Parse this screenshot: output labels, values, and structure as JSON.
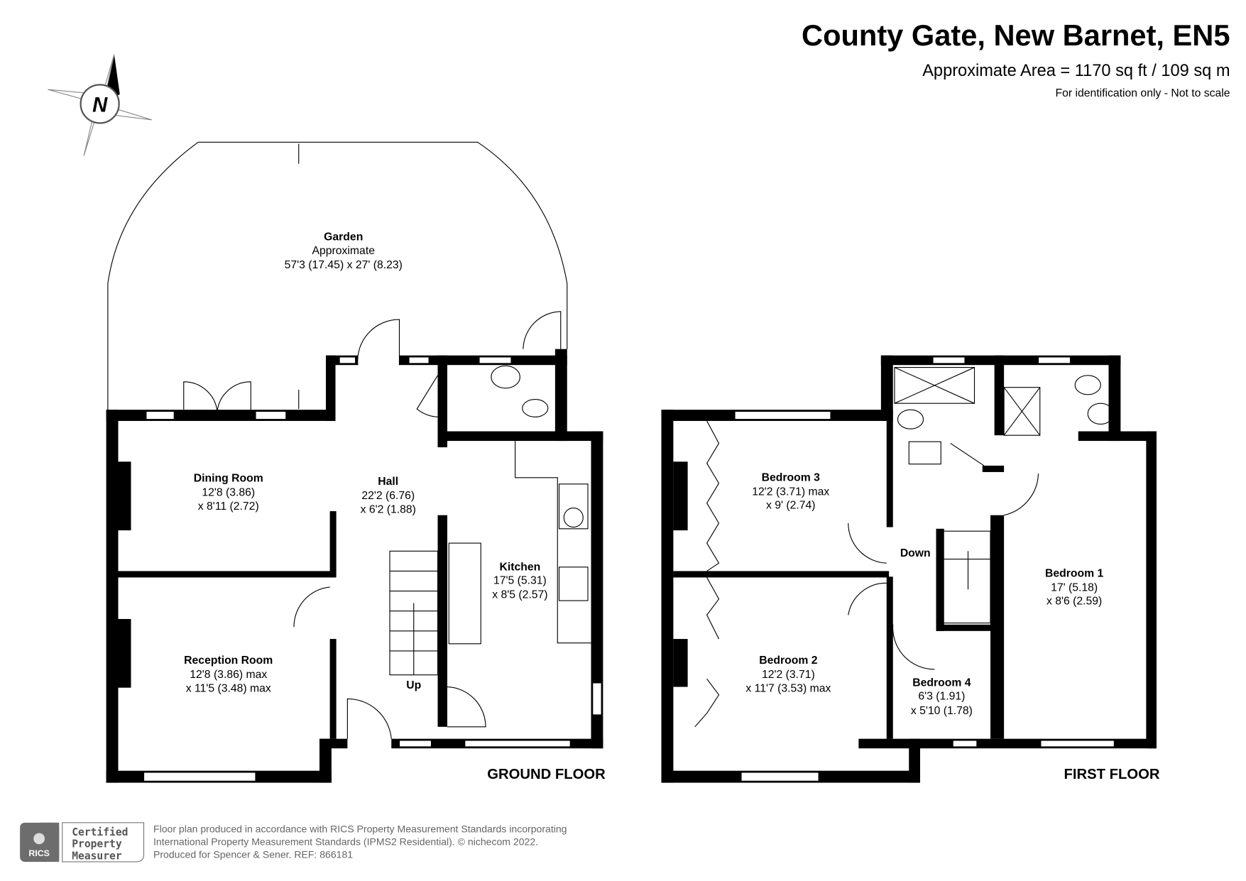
{
  "header": {
    "title": "County Gate, New Barnet, EN5",
    "area": "Approximate Area = 1170 sq ft / 109 sq m",
    "note": "For identification only - Not to scale"
  },
  "compass": {
    "label": "N",
    "icon": "north-arrow-compass-icon"
  },
  "ground_floor": {
    "label": "GROUND FLOOR",
    "rooms": [
      {
        "name": "Garden",
        "dims": [
          "Approximate",
          "57'3 (17.45) x 27' (8.23)"
        ]
      },
      {
        "name": "Dining Room",
        "dims": [
          "12'8 (3.86)",
          "x 8'11 (2.72)"
        ]
      },
      {
        "name": "Hall",
        "dims": [
          "22'2 (6.76)",
          "x 6'2 (1.88)"
        ]
      },
      {
        "name": "Kitchen",
        "dims": [
          "17'5 (5.31)",
          "x 8'5 (2.57)"
        ]
      },
      {
        "name": "Reception Room",
        "dims": [
          "12'8 (3.86) max",
          "x 11'5 (3.48) max"
        ]
      }
    ],
    "stairs_label": "Up"
  },
  "first_floor": {
    "label": "FIRST FLOOR",
    "rooms": [
      {
        "name": "Bedroom 3",
        "dims": [
          "12'2 (3.71) max",
          "x 9' (2.74)"
        ]
      },
      {
        "name": "Bedroom 1",
        "dims": [
          "17' (5.18)",
          "x 8'6 (2.59)"
        ]
      },
      {
        "name": "Bedroom 2",
        "dims": [
          "12'2 (3.71)",
          "x 11'7 (3.53) max"
        ]
      },
      {
        "name": "Bedroom 4",
        "dims": [
          "6'3 (1.91)",
          "x 5'10 (1.78)"
        ]
      }
    ],
    "stairs_label": "Down"
  },
  "footer": {
    "badge": {
      "logo_text": "RICS",
      "lines": [
        "Certified",
        "Property",
        "Measurer"
      ]
    },
    "lines": [
      "Floor plan produced in accordance with RICS Property Measurement Standards incorporating",
      "International Property Measurement Standards (IPMS2 Residential).   © nichecom 2022.",
      "Produced for  Spencer & Sener.   REF:  866181"
    ]
  }
}
